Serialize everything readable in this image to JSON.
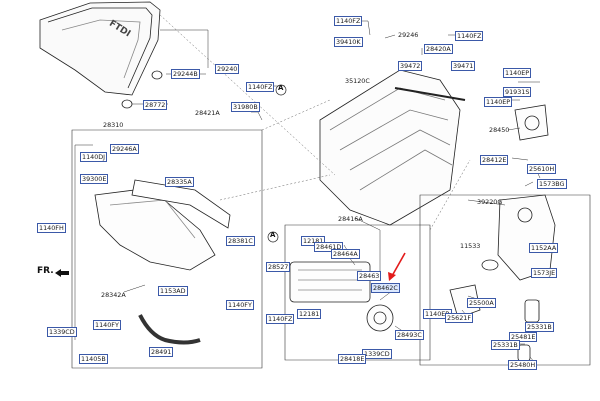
{
  "direction_label": "FR.",
  "callout_letter": "A",
  "cover_lettering": "FTDI",
  "parts": [
    {
      "id": "29240",
      "label": "29240",
      "boxed": true
    },
    {
      "id": "29244B",
      "label": "29244B",
      "boxed": true
    },
    {
      "id": "28772",
      "label": "28772",
      "boxed": true
    },
    {
      "id": "1140FZ-a",
      "label": "1140FZ",
      "boxed": true
    },
    {
      "id": "39410K",
      "label": "39410K",
      "boxed": true
    },
    {
      "id": "29246",
      "label": "29246",
      "boxed": false
    },
    {
      "id": "1140FZ-b",
      "label": "1140FZ",
      "boxed": true
    },
    {
      "id": "28420A",
      "label": "28420A",
      "boxed": true
    },
    {
      "id": "39472",
      "label": "39472",
      "boxed": true
    },
    {
      "id": "39471",
      "label": "39471",
      "boxed": true
    },
    {
      "id": "1140EP",
      "label": "1140EP",
      "boxed": true
    },
    {
      "id": "91931S",
      "label": "91931S",
      "boxed": true
    },
    {
      "id": "1140EP-b",
      "label": "1140EP",
      "boxed": true
    },
    {
      "id": "1140FZ-c",
      "label": "1140FZ",
      "boxed": true
    },
    {
      "id": "35120C",
      "label": "35120C",
      "boxed": false
    },
    {
      "id": "31980B",
      "label": "31980B",
      "boxed": true
    },
    {
      "id": "28421A",
      "label": "28421A",
      "boxed": false
    },
    {
      "id": "28310",
      "label": "28310",
      "boxed": false
    },
    {
      "id": "29246A",
      "label": "29246A",
      "boxed": true
    },
    {
      "id": "1140DJ",
      "label": "1140DJ",
      "boxed": true
    },
    {
      "id": "39300E",
      "label": "39300E",
      "boxed": true
    },
    {
      "id": "28335A",
      "label": "28335A",
      "boxed": true
    },
    {
      "id": "28450",
      "label": "28450",
      "boxed": false
    },
    {
      "id": "28412E",
      "label": "28412E",
      "boxed": true
    },
    {
      "id": "25610H",
      "label": "25610H",
      "boxed": true
    },
    {
      "id": "1573BG",
      "label": "1573BG",
      "boxed": true
    },
    {
      "id": "39220G",
      "label": "39220G",
      "boxed": false
    },
    {
      "id": "1140FH",
      "label": "1140FH",
      "boxed": true
    },
    {
      "id": "28416A",
      "label": "28416A",
      "boxed": false
    },
    {
      "id": "12181-a",
      "label": "12181",
      "boxed": true
    },
    {
      "id": "28461D",
      "label": "28461D",
      "boxed": true
    },
    {
      "id": "28464A",
      "label": "28464A",
      "boxed": true
    },
    {
      "id": "28381C",
      "label": "28381C",
      "boxed": true
    },
    {
      "id": "28527",
      "label": "28527",
      "boxed": true
    },
    {
      "id": "28463",
      "label": "28463",
      "boxed": true
    },
    {
      "id": "28462C",
      "label": "28462C",
      "boxed": false,
      "highlight": true
    },
    {
      "id": "11533",
      "label": "11533",
      "boxed": false
    },
    {
      "id": "1152AA",
      "label": "1152AA",
      "boxed": true
    },
    {
      "id": "1573JE",
      "label": "1573JE",
      "boxed": true
    },
    {
      "id": "28342A",
      "label": "28342A",
      "boxed": false
    },
    {
      "id": "1153AD",
      "label": "1153AD",
      "boxed": true
    },
    {
      "id": "1140FY",
      "label": "1140FY",
      "boxed": true
    },
    {
      "id": "1140FZ-d",
      "label": "1140FZ",
      "boxed": true
    },
    {
      "id": "12181-b",
      "label": "12181",
      "boxed": true
    },
    {
      "id": "1140EB",
      "label": "1140EB",
      "boxed": true
    },
    {
      "id": "25621F",
      "label": "25621F",
      "boxed": true
    },
    {
      "id": "25500A",
      "label": "25500A",
      "boxed": true
    },
    {
      "id": "25331B",
      "label": "25331B",
      "boxed": true
    },
    {
      "id": "25481E",
      "label": "25481E",
      "boxed": true
    },
    {
      "id": "25331B-b",
      "label": "25331B",
      "boxed": true
    },
    {
      "id": "1339CD",
      "label": "1339CD",
      "boxed": true
    },
    {
      "id": "1140FY-b",
      "label": "1140FY",
      "boxed": true
    },
    {
      "id": "28493C",
      "label": "28493C",
      "boxed": true
    },
    {
      "id": "1339CD-b",
      "label": "1339CD",
      "boxed": true
    },
    {
      "id": "28491",
      "label": "28491",
      "boxed": true
    },
    {
      "id": "28418E",
      "label": "28418E",
      "boxed": true
    },
    {
      "id": "11405B",
      "label": "11405B",
      "boxed": true
    },
    {
      "id": "25480H",
      "label": "25480H",
      "boxed": true
    }
  ]
}
